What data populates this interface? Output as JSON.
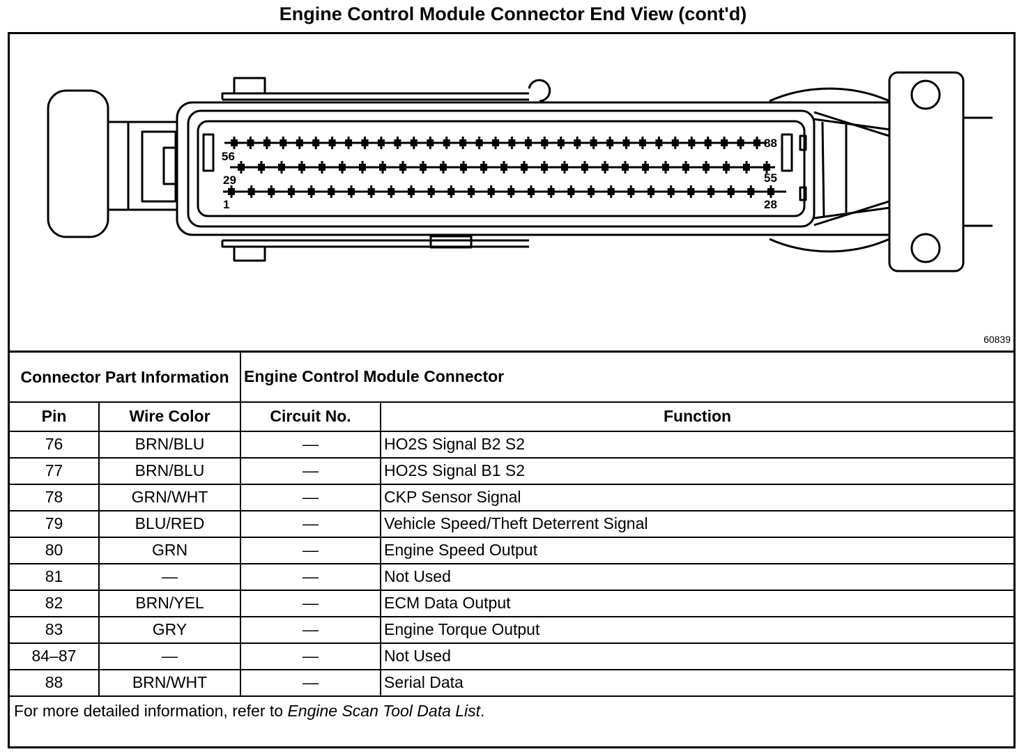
{
  "title": "Engine Control Module Connector End View (cont'd)",
  "figure_id": "60839",
  "pin_labels": {
    "p56": "56",
    "p88": "88",
    "p29": "29",
    "p55": "55",
    "p1": "1",
    "p28": "28"
  },
  "table": {
    "part_info_label": "Connector Part Information",
    "connector_name": "Engine Control Module Connector",
    "columns": {
      "pin": "Pin",
      "wire_color": "Wire Color",
      "circuit_no": "Circuit No.",
      "function": "Function"
    },
    "rows": [
      {
        "pin": "76",
        "wire_color": "BRN/BLU",
        "circuit": "—",
        "function": "HO2S Signal B2 S2"
      },
      {
        "pin": "77",
        "wire_color": "BRN/BLU",
        "circuit": "—",
        "function": "HO2S Signal B1 S2"
      },
      {
        "pin": "78",
        "wire_color": "GRN/WHT",
        "circuit": "—",
        "function": "CKP Sensor Signal"
      },
      {
        "pin": "79",
        "wire_color": "BLU/RED",
        "circuit": "—",
        "function": "Vehicle Speed/Theft Deterrent Signal"
      },
      {
        "pin": "80",
        "wire_color": "GRN",
        "circuit": "—",
        "function": "Engine Speed Output"
      },
      {
        "pin": "81",
        "wire_color": "—",
        "circuit": "—",
        "function": "Not Used"
      },
      {
        "pin": "82",
        "wire_color": "BRN/YEL",
        "circuit": "—",
        "function": "ECM Data Output"
      },
      {
        "pin": "83",
        "wire_color": "GRY",
        "circuit": "—",
        "function": "Engine Torque Output"
      },
      {
        "pin": "84–87",
        "wire_color": "—",
        "circuit": "—",
        "function": "Not Used"
      },
      {
        "pin": "88",
        "wire_color": "BRN/WHT",
        "circuit": "—",
        "function": "Serial Data"
      }
    ],
    "note_prefix": "For more detailed information, refer to ",
    "note_ref": "Engine Scan Tool Data List",
    "note_suffix": "."
  }
}
